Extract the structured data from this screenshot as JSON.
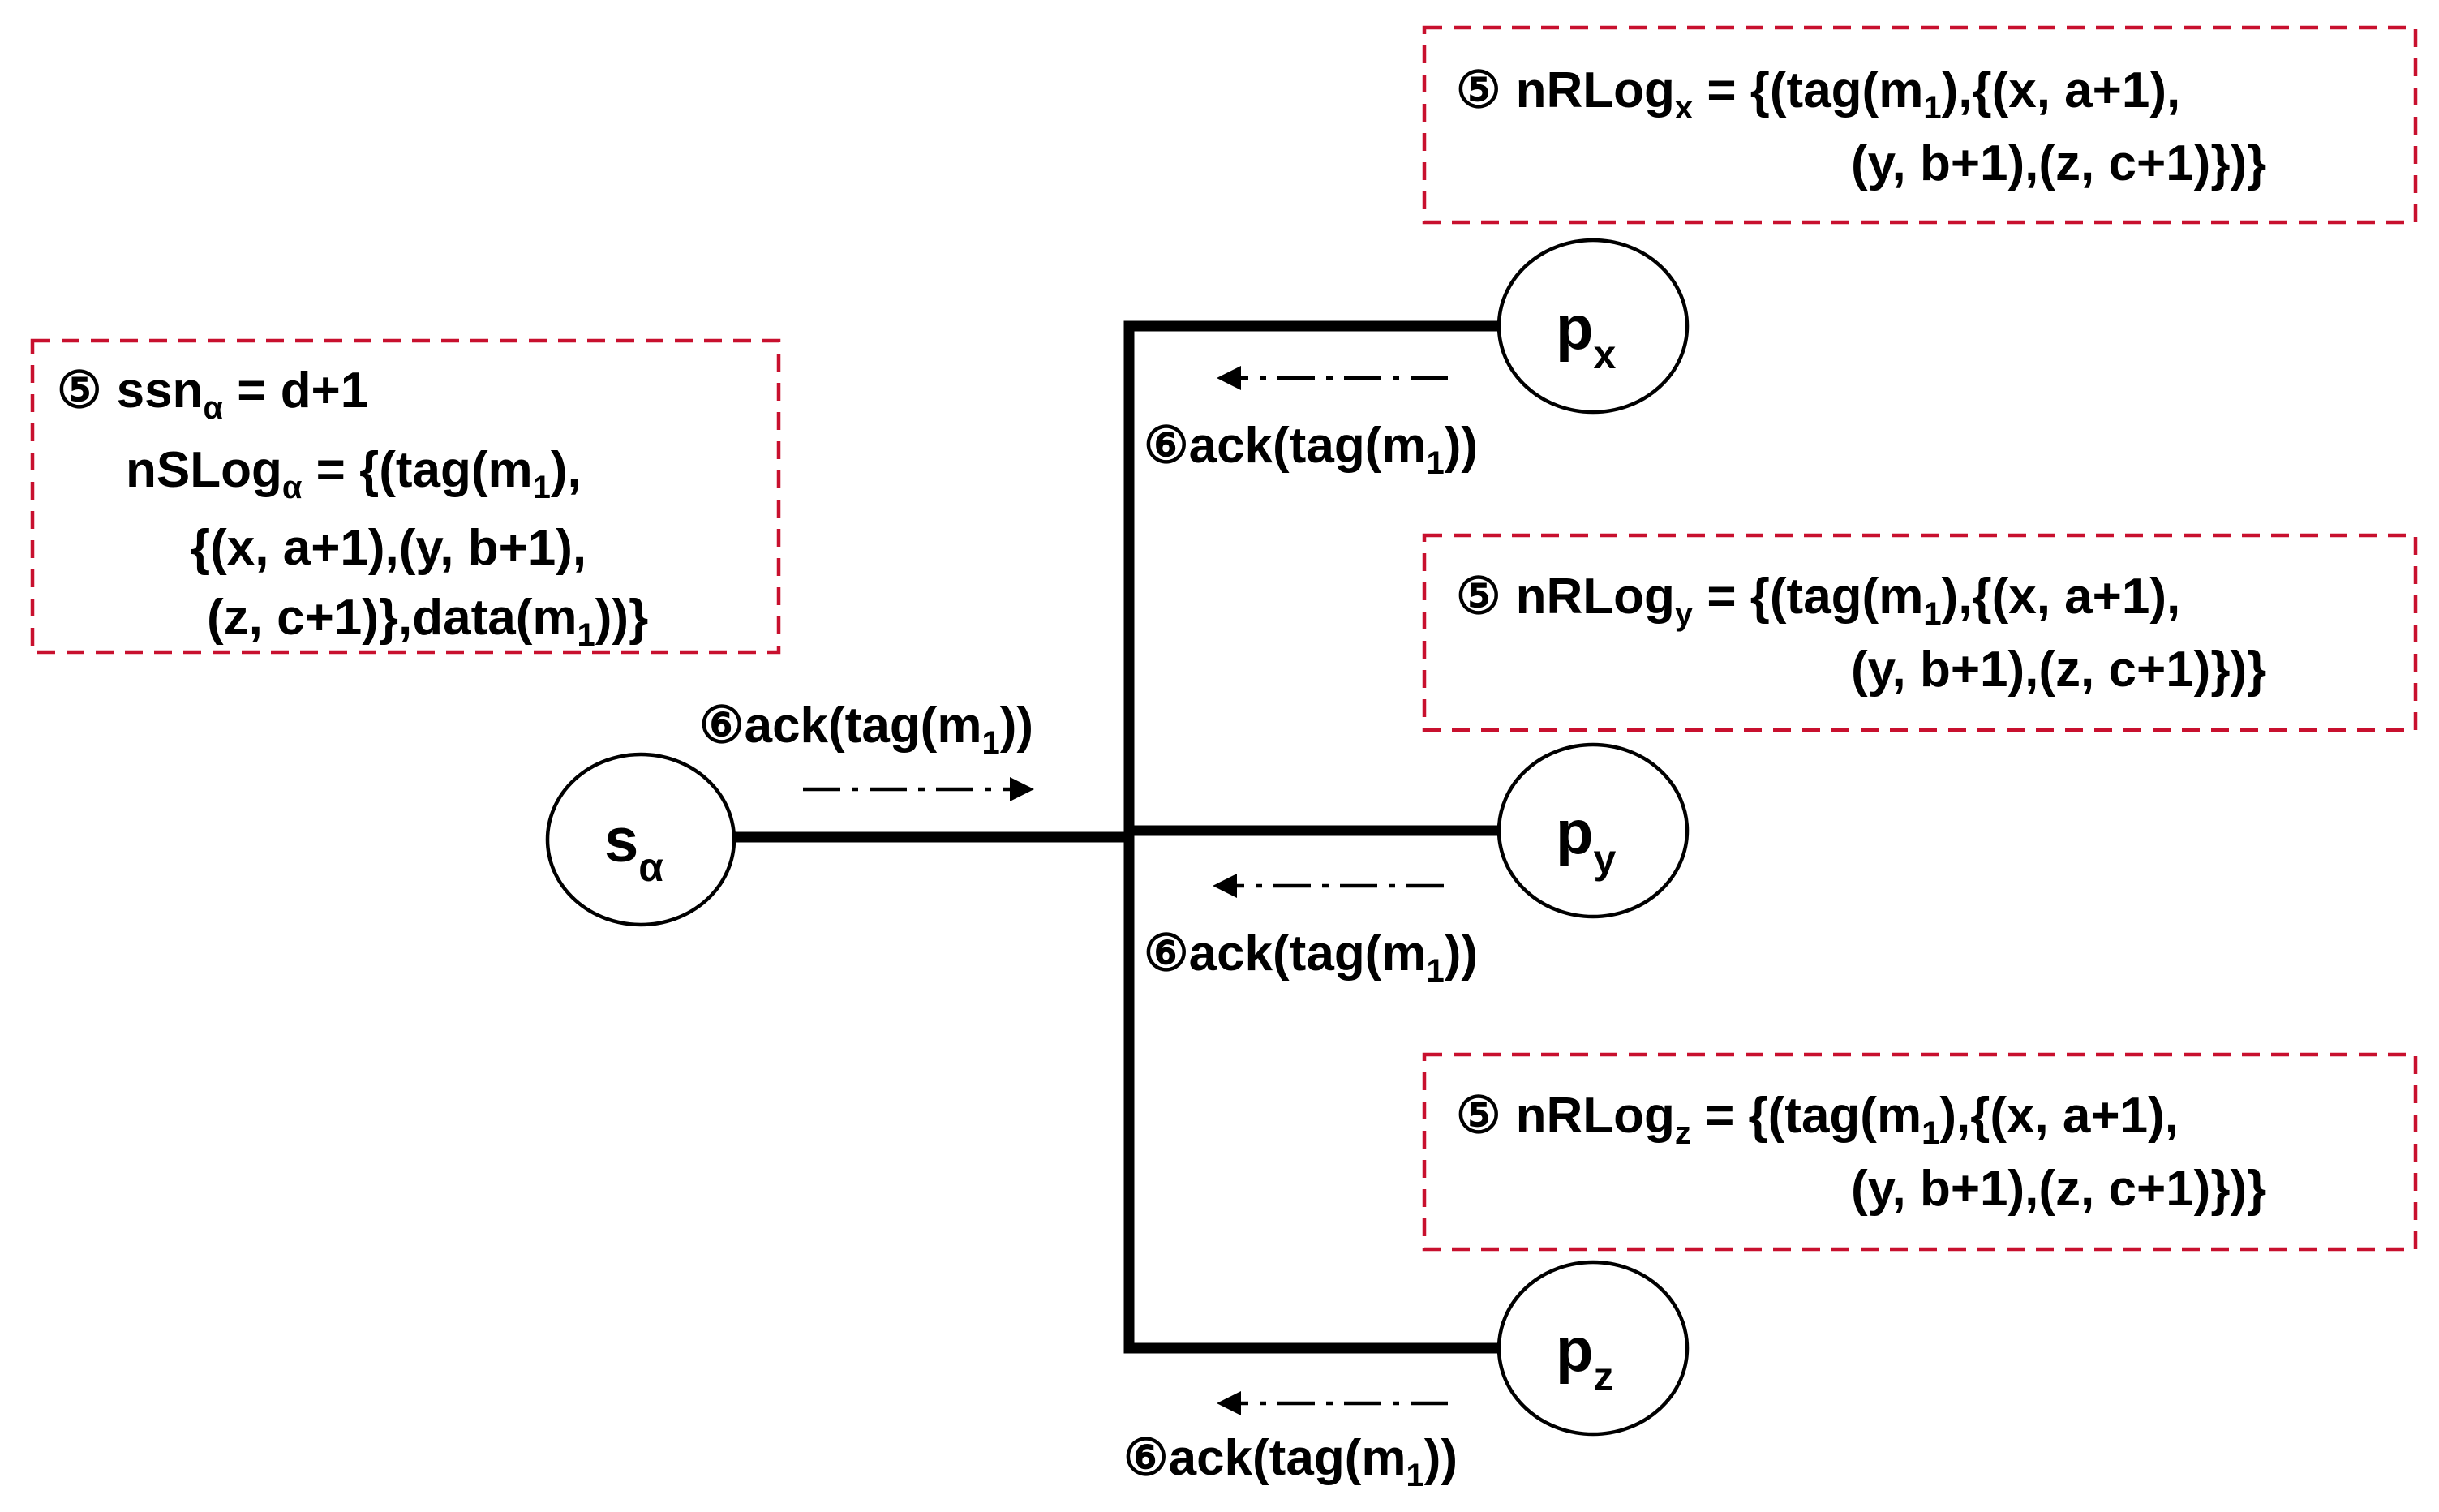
{
  "circled": {
    "five": "⑤",
    "six": "⑥"
  },
  "nodes": {
    "s_alpha": {
      "base": "s",
      "sub": "α"
    },
    "p_x": {
      "base": "p",
      "sub": "x"
    },
    "p_y": {
      "base": "p",
      "sub": "y"
    },
    "p_z": {
      "base": "p",
      "sub": "z"
    }
  },
  "sender_box": {
    "line1": {
      "pre": "ssn",
      "sub": "α",
      "post": " = d+1"
    },
    "line2": {
      "pre": "nSLog",
      "sub": "α",
      "mid": " = {(tag(m",
      "sub2": "1",
      "post": "),"
    },
    "line3": "{(x, a+1),(y, b+1),",
    "line4": {
      "pre": "(z, c+1)},data(m",
      "sub": "1",
      "post": "))}"
    }
  },
  "receiver_boxes": [
    {
      "line1": {
        "pre": "nRLog",
        "sub": "x",
        "mid": " = {(tag(m",
        "sub2": "1",
        "post": "),{(x, a+1),"
      },
      "line2": "(y, b+1),(z, c+1)})}"
    },
    {
      "line1": {
        "pre": "nRLog",
        "sub": "y",
        "mid": " = {(tag(m",
        "sub2": "1",
        "post": "),{(x, a+1),"
      },
      "line2": "(y, b+1),(z, c+1)})}"
    },
    {
      "line1": {
        "pre": "nRLog",
        "sub": "z",
        "mid": " = {(tag(m",
        "sub2": "1",
        "post": "),{(x, a+1),"
      },
      "line2": "(y, b+1),(z, c+1)})}"
    }
  ],
  "ack": {
    "pre": "ack(tag(m",
    "sub": "1",
    "post": "))"
  },
  "colors": {
    "box_border": "#c8102e",
    "line": "#000000"
  }
}
